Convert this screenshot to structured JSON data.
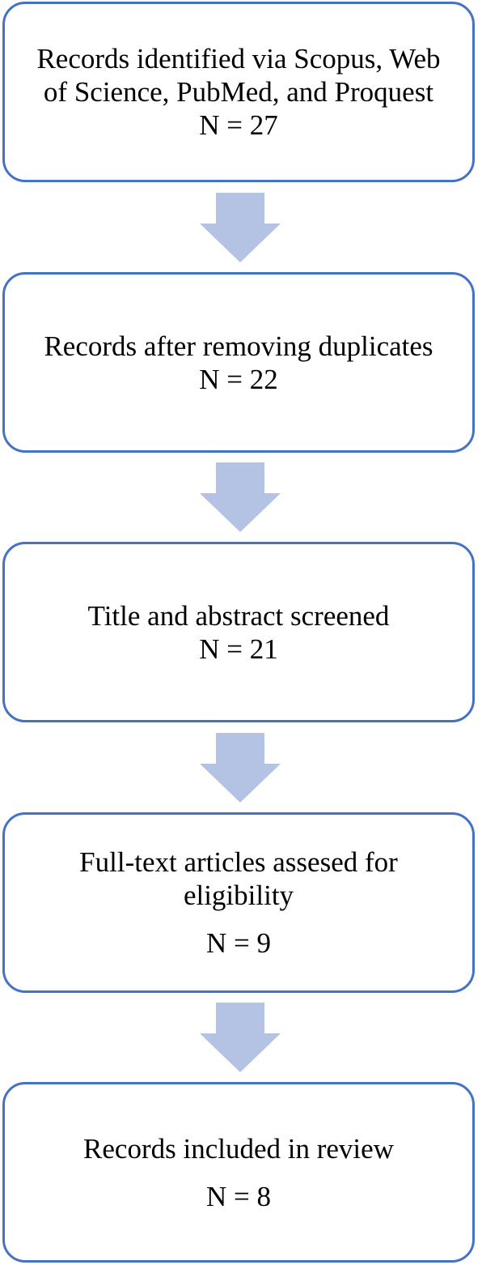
{
  "flowchart": {
    "colors": {
      "box_border": "#4472c4",
      "arrow_fill": "#b4c3e4",
      "text": "#000000",
      "background": "#ffffff"
    },
    "steps": [
      {
        "label": "Records identified via Scopus, Web of Science, PubMed, and Proquest",
        "count": "N = 27"
      },
      {
        "label": "Records after removing duplicates",
        "count": "N = 22"
      },
      {
        "label": "Title and abstract screened",
        "count": "N = 21"
      },
      {
        "label": "Full-text articles assesed for eligibility",
        "count": "N = 9"
      },
      {
        "label": "Records included in review",
        "count": "N = 8"
      }
    ]
  }
}
